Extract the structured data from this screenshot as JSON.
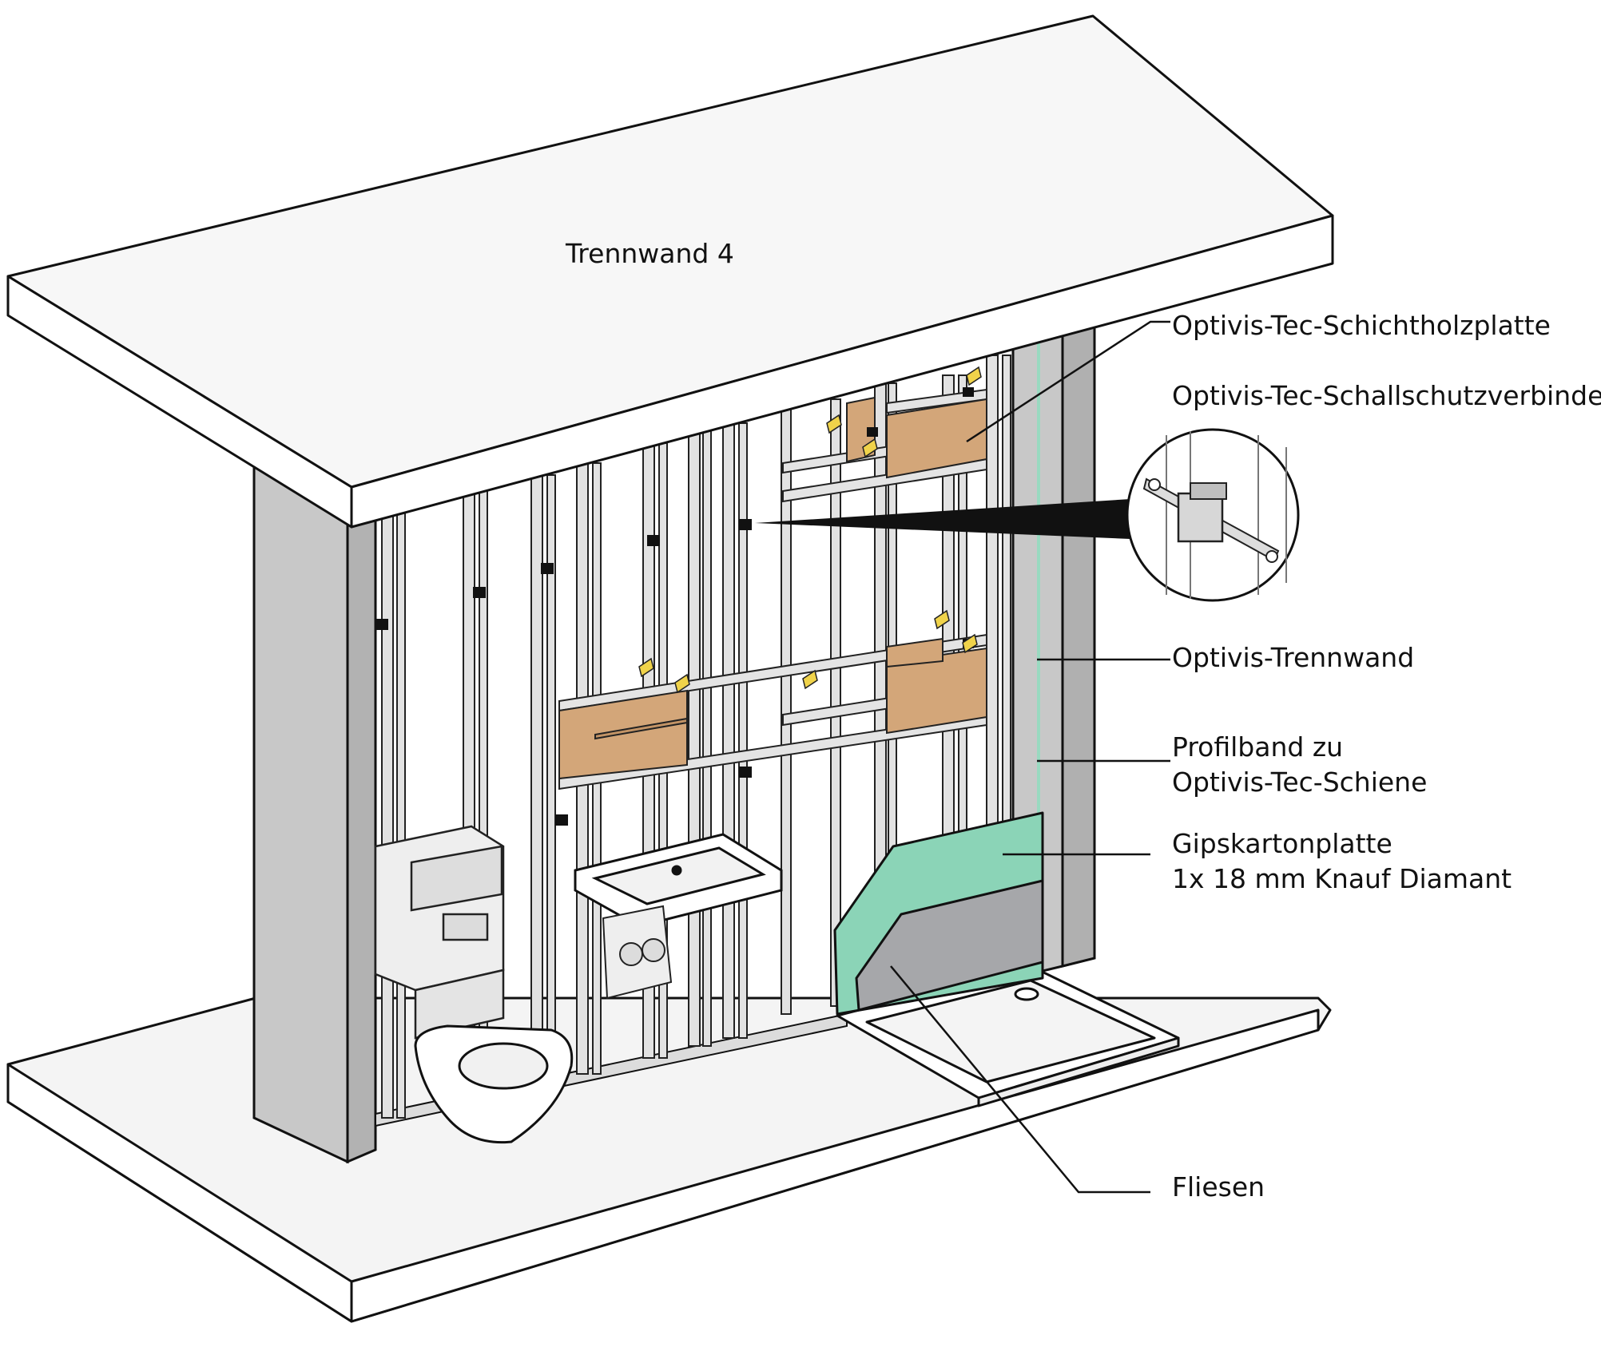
{
  "title": "Trennwand 4",
  "labels": {
    "schichtholzplatte": "Optivis-Tec-Schichtholzplatte",
    "schallschutzverbinder": "Optivis-Tec-Schallschutzverbinder",
    "trennwand": "Optivis-Trennwand",
    "profilband_line1": "Profilband zu",
    "profilband_line2": "Optivis-Tec-Schiene",
    "gipskarton_line1": "Gipskartonplatte",
    "gipskarton_line2": "1x 18 mm Knauf Diamant",
    "fliesen": "Fliesen"
  },
  "colors": {
    "slab": "#f7f7f7",
    "column": "#c9c9c9",
    "stud": "#dcdcdc",
    "wood": "#d2a67a",
    "gypsum": "#88d3b6",
    "tile": "#a7a8ab",
    "line": "#111111"
  }
}
